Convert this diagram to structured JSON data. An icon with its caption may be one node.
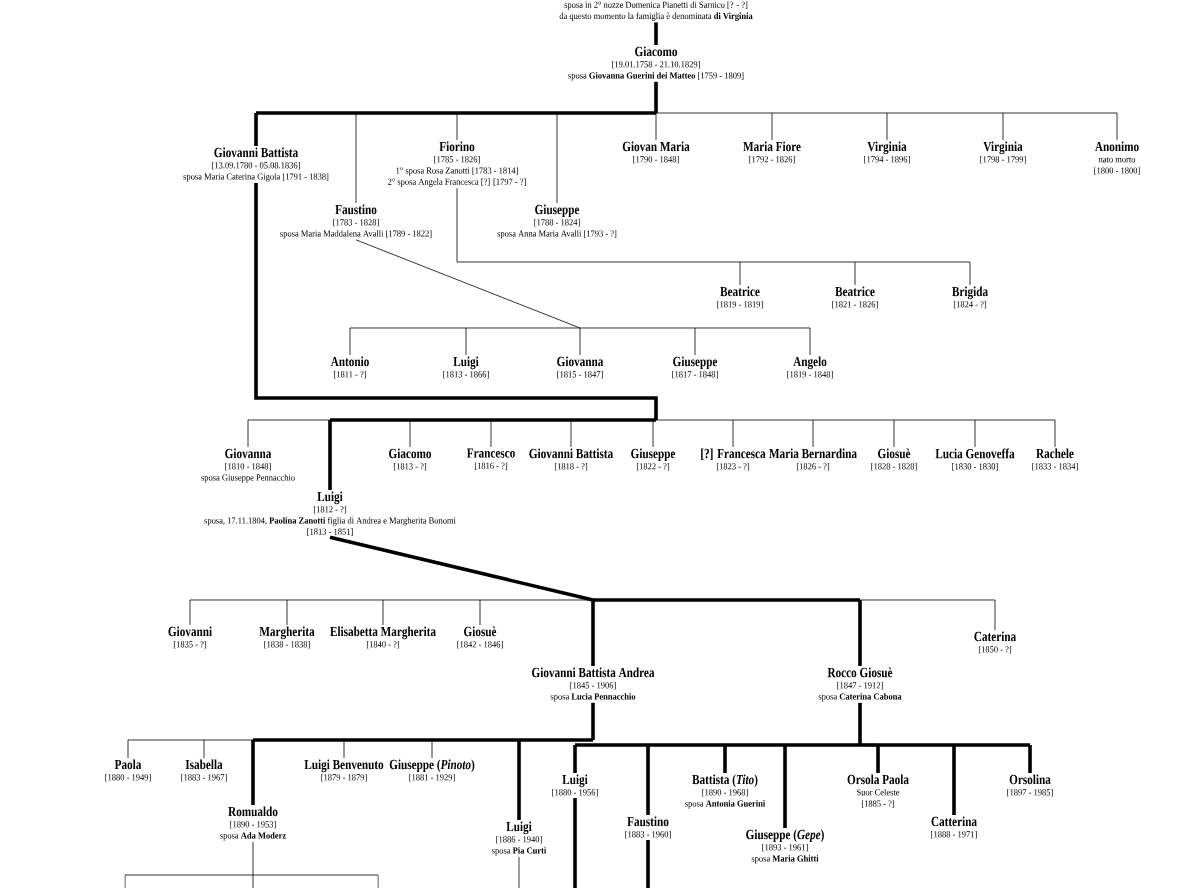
{
  "diagram": {
    "nodes": [
      {
        "text": [
          "sposa in 2° nozze Domenica Pianetti di Sarnico [? - ?]",
          "da questo momento la famiglia è denominata **di Virginia**"
        ]
      },
      {
        "text": [
          "Giacomo",
          "[19.01.1758 - 21.10.1829]",
          "sposa **Giovanna Guerini dei Matteo** [1759 - 1809]"
        ]
      },
      {
        "text": [
          "Giovanni Battista",
          "[13.09.1780 - 05.08.1836]",
          "sposa Maria Caterina Gigola [1791 - 1838]"
        ]
      },
      {
        "text": [
          "Faustino",
          "[1783 - 1828]",
          "sposa Maria Maddalena Avalli [1789 - 1822]"
        ]
      },
      {
        "text": [
          "Fiorino",
          "[1785 - 1826]",
          "1° sposa Rosa Zanotti [1783 - 1814]",
          "2° sposa Angela Francesca [?] [1797 - ?]"
        ]
      },
      {
        "text": [
          "Giuseppe",
          "[1788 - 1824]",
          "sposa Anna Maria Avalli [1793 - ?]"
        ]
      },
      {
        "text": [
          "Giovan Maria",
          "[1790 - 1848]"
        ]
      },
      {
        "text": [
          "Maria Fiore",
          "[1792 - 1826]"
        ]
      },
      {
        "text": [
          "Virginia",
          "[1794 - 1896]"
        ]
      },
      {
        "text": [
          "Virginia",
          "[1798 - 1799]"
        ]
      },
      {
        "text": [
          "Anonimo",
          "nato morto",
          "[1800 - 1800]"
        ]
      },
      {
        "text": [
          "Beatrice",
          "[1819 - 1819]"
        ]
      },
      {
        "text": [
          "Beatrice",
          "[1821 - 1826]"
        ]
      },
      {
        "text": [
          "Brigida",
          "[1824 - ?]"
        ]
      },
      {
        "text": [
          "Antonio",
          "[1811 - ?]"
        ]
      },
      {
        "text": [
          "Luigi",
          "[1813 - 1866]"
        ]
      },
      {
        "text": [
          "Giovanna",
          "[1815 - 1847]"
        ]
      },
      {
        "text": [
          "Giuseppe",
          "[1817 - 1848]"
        ]
      },
      {
        "text": [
          "Angelo",
          "[1819 - 1848]"
        ]
      },
      {
        "text": [
          "Giovanna",
          "[1810 - 1848]",
          "sposa Giuseppe Pennacchio"
        ]
      },
      {
        "text": [
          "Luigi",
          "[1812 - ?]",
          "sposa, 17.11.1804, **Paolina Zanotti** figlia di Andrea e Margherita Bonomi",
          "[1813 - 1851]"
        ]
      },
      {
        "text": [
          "Giacomo",
          "[1813 - ?]"
        ]
      },
      {
        "text": [
          "Francesco",
          "[1816 - ?]"
        ]
      },
      {
        "text": [
          "Giovanni Battista",
          "[1818 - ?]"
        ]
      },
      {
        "text": [
          "Giuseppe",
          "[1822 - ?]"
        ]
      },
      {
        "text": [
          "[?] Francesca",
          "[1823 - ?]"
        ]
      },
      {
        "text": [
          "Maria Bernardina",
          "[1826 - ?]"
        ]
      },
      {
        "text": [
          "Giosuè",
          "[1828 - 1828]"
        ]
      },
      {
        "text": [
          "Lucia Genoveffa",
          "[1830 - 1830]"
        ]
      },
      {
        "text": [
          "Rachele",
          "[1833 - 1834]"
        ]
      },
      {
        "text": [
          "Giovanni",
          "[1835 - ?]"
        ]
      },
      {
        "text": [
          "Margherita",
          "[1838 - 1838]"
        ]
      },
      {
        "text": [
          "Elisabetta Margherita",
          "[1840 - ?]"
        ]
      },
      {
        "text": [
          "Giosuè",
          "[1842 - 1846]"
        ]
      },
      {
        "text": [
          "Giovanni Battista Andrea",
          "[1845 - 1906]",
          "sposa **Lucia Pennacchio**"
        ]
      },
      {
        "text": [
          "Rocco Giosuè",
          "[1847 - 1912]",
          "sposa **Caterina Cabona**"
        ]
      },
      {
        "text": [
          "Caterina",
          "[1850 - ?]"
        ]
      },
      {
        "text": [
          "Paola",
          "[1880 - 1949]"
        ]
      },
      {
        "text": [
          "Isabella",
          "[1883 - 1967]"
        ]
      },
      {
        "text": [
          "Luigi Benvenuto",
          "[1879 - 1879]"
        ]
      },
      {
        "text": [
          "Giuseppe (*Pinoto*)",
          "[1881 - 1929]"
        ]
      },
      {
        "text": [
          "Romualdo",
          "[1890 - 1953]",
          "sposa **Ada Moderz**"
        ]
      },
      {
        "text": [
          "Luigi",
          "[1886 - 1940]",
          "sposa **Pia Curti**"
        ]
      },
      {
        "text": [
          "Luigi",
          "[1880 - 1956]"
        ]
      },
      {
        "text": [
          "Battista (*Tito*)",
          "[1890 - 1968]",
          "sposa **Antonia Guerini**"
        ]
      },
      {
        "text": [
          "Orsola Paola",
          "Suor Celeste",
          "[1885 - ?]"
        ]
      },
      {
        "text": [
          "Orsolina",
          "[1897 - 1985]"
        ]
      },
      {
        "text": [
          "Faustino",
          "[1883 - 1960]"
        ]
      },
      {
        "text": [
          "Catterina",
          "[1888 - 1971]"
        ]
      },
      {
        "text": [
          "Giuseppe (*Gepe*)",
          "[1893 - 1961]",
          "sposa **Maria Ghitti**"
        ]
      }
    ],
    "edges": [
      {
        "from": 0,
        "to": 1,
        "arrow": "none",
        "style": "thick"
      },
      {
        "from": 1,
        "to": 2,
        "arrow": "none",
        "style": "thick"
      },
      {
        "from": 1,
        "to": 3,
        "arrow": "none"
      },
      {
        "from": 1,
        "to": 4,
        "arrow": "none"
      },
      {
        "from": 1,
        "to": 5,
        "arrow": "none"
      },
      {
        "from": 1,
        "to": 6,
        "arrow": "none"
      },
      {
        "from": 1,
        "to": 7,
        "arrow": "none"
      },
      {
        "from": 1,
        "to": 8,
        "arrow": "none"
      },
      {
        "from": 1,
        "to": 9,
        "arrow": "none"
      },
      {
        "from": 1,
        "to": 10,
        "arrow": "none"
      },
      {
        "from": 4,
        "to": 11,
        "arrow": "none"
      },
      {
        "from": 4,
        "to": 12,
        "arrow": "none"
      },
      {
        "from": 4,
        "to": 13,
        "arrow": "none"
      },
      {
        "from": 3,
        "to": 14,
        "arrow": "none"
      },
      {
        "from": 3,
        "to": 15,
        "arrow": "none"
      },
      {
        "from": 3,
        "to": 16,
        "arrow": "none"
      },
      {
        "from": 3,
        "to": 17,
        "arrow": "none"
      },
      {
        "from": 3,
        "to": 18,
        "arrow": "none"
      },
      {
        "from": 2,
        "to": 19,
        "arrow": "none"
      },
      {
        "from": 2,
        "to": 20,
        "arrow": "none",
        "style": "thick"
      },
      {
        "from": 2,
        "to": 21,
        "arrow": "none"
      },
      {
        "from": 2,
        "to": 22,
        "arrow": "none"
      },
      {
        "from": 2,
        "to": 23,
        "arrow": "none"
      },
      {
        "from": 2,
        "to": 24,
        "arrow": "none"
      },
      {
        "from": 2,
        "to": 25,
        "arrow": "none"
      },
      {
        "from": 2,
        "to": 26,
        "arrow": "none"
      },
      {
        "from": 2,
        "to": 27,
        "arrow": "none"
      },
      {
        "from": 2,
        "to": 28,
        "arrow": "none"
      },
      {
        "from": 2,
        "to": 29,
        "arrow": "none"
      },
      {
        "from": 20,
        "to": 30,
        "arrow": "none"
      },
      {
        "from": 20,
        "to": 31,
        "arrow": "none"
      },
      {
        "from": 20,
        "to": 32,
        "arrow": "none"
      },
      {
        "from": 20,
        "to": 33,
        "arrow": "none"
      },
      {
        "from": 20,
        "to": 34,
        "arrow": "none",
        "style": "thick"
      },
      {
        "from": 20,
        "to": 35,
        "arrow": "none",
        "style": "thick"
      },
      {
        "from": 20,
        "to": 36,
        "arrow": "none"
      },
      {
        "from": 34,
        "to": 37,
        "arrow": "none"
      },
      {
        "from": 34,
        "to": 38,
        "arrow": "none"
      },
      {
        "from": 34,
        "to": 39,
        "arrow": "none"
      },
      {
        "from": 34,
        "to": 40,
        "arrow": "none"
      },
      {
        "from": 34,
        "to": 41,
        "arrow": "none",
        "style": "thick"
      },
      {
        "from": 34,
        "to": 42,
        "arrow": "none",
        "style": "thick"
      },
      {
        "from": 35,
        "to": 43,
        "arrow": "none",
        "style": "thick"
      },
      {
        "from": 35,
        "to": 47,
        "arrow": "none",
        "style": "thick"
      },
      {
        "from": 35,
        "to": 44,
        "arrow": "none",
        "style": "thick"
      },
      {
        "from": 35,
        "to": 49,
        "arrow": "none",
        "style": "thick"
      },
      {
        "from": 35,
        "to": 45,
        "arrow": "none",
        "style": "thick"
      },
      {
        "from": 35,
        "to": 48,
        "arrow": "none",
        "style": "thick"
      },
      {
        "from": 35,
        "to": 46,
        "arrow": "none",
        "style": "thick"
      },
      {
        "from": 41,
        "to": null,
        "arrow": "none"
      },
      {
        "from": 41,
        "to": null,
        "arrow": "none"
      },
      {
        "from": 41,
        "to": null,
        "arrow": "none"
      },
      {
        "from": 42,
        "to": null,
        "arrow": "none"
      },
      {
        "from": 43,
        "to": null,
        "arrow": "none",
        "style": "thick"
      },
      {
        "from": 47,
        "to": null,
        "arrow": "none",
        "style": "thick"
      }
    ]
  }
}
